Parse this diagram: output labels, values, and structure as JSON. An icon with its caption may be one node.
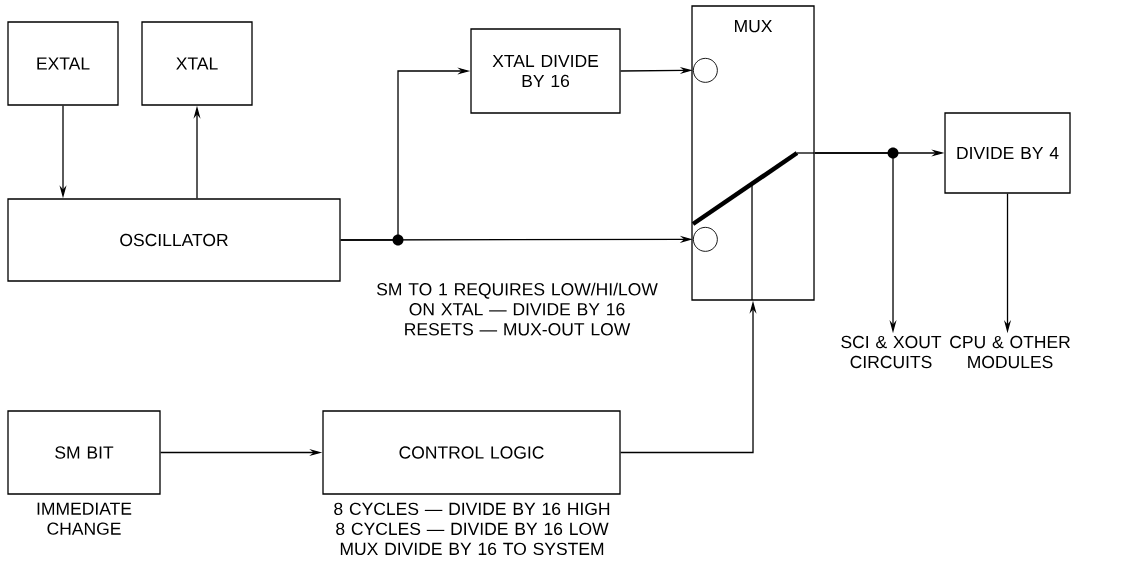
{
  "diagram": {
    "nodes": [
      {
        "text": [
          "EXTAL"
        ]
      },
      {
        "text": [
          "XTAL"
        ]
      },
      {
        "text": [
          "OSCILLATOR"
        ]
      },
      {
        "text": [
          "XTAL DIVIDE BY 16"
        ]
      },
      {
        "text": [
          "MUX"
        ]
      },
      {
        "text": [],
        "shape": "circle",
        "in": 4
      },
      {
        "text": [],
        "shape": "circle",
        "in": 4
      },
      {
        "text": [
          "DIVIDE BY 4"
        ]
      },
      {
        "text": [
          "SM BIT"
        ],
        "beside": [
          "IMMEDIATE CHANGE"
        ]
      },
      {
        "text": [
          "CONTROL LOGIC"
        ],
        "beside": [
          "8 CYCLES — DIVIDE BY 16 HIGH 8 CYCLES — DIVIDE BY 16 LOW MUX DIVIDE BY 16 TO SYSTEM"
        ]
      },
      {
        "text": [
          "SCI & XOUT CIRCUITS"
        ]
      },
      {
        "text": [
          "CPU & OTHER MODULES"
        ]
      }
    ],
    "edges": [
      {
        "from": 0,
        "to": 2,
        "arrow": "to"
      },
      {
        "from": 2,
        "to": 1,
        "arrow": "to"
      },
      {
        "from": 2,
        "to": 3,
        "arrow": "to"
      },
      {
        "from": 2,
        "to": 6,
        "arrow": "to"
      },
      {
        "from": 3,
        "to": 5,
        "arrow": "to"
      },
      {
        "from": 4,
        "to": 7,
        "arrow": "to"
      },
      {
        "from": 4,
        "to": 10,
        "arrow": "to"
      },
      {
        "from": 7,
        "to": 11,
        "arrow": "to"
      },
      {
        "from": 8,
        "to": 9,
        "arrow": "to"
      },
      {
        "from": 9,
        "to": 4,
        "arrow": "to"
      }
    ],
    "labels": [
      "SM TO 1 REQUIRES LOW/HI/LOW ON XTAL — DIVIDE BY 16 RESETS — MUX-OUT LOW"
    ]
  }
}
